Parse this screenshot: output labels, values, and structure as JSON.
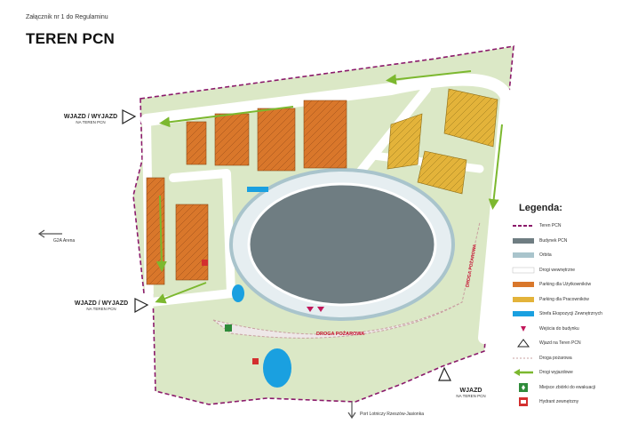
{
  "header": {
    "annex": "Załącznik nr 1 do Regulaminu",
    "title": "TEREN PCN"
  },
  "entrances": [
    {
      "main": "WJAZD / WYJAZD",
      "sub": "NA TEREN PCN"
    },
    {
      "main": "WJAZD / WYJAZD",
      "sub": "NA TEREN PCN"
    },
    {
      "main": "WJAZD",
      "sub": "NA TEREN PCN"
    }
  ],
  "labels": {
    "g2a_arena": "G2A Arena",
    "airport": "Port Lotniczy Rzeszów-Jasionka",
    "fire_road_h": "DROGA POŻAROWA",
    "fire_road_v": "DROGA POŻAROWA"
  },
  "legend": {
    "title": "Legenda:",
    "items": [
      {
        "label": "Teren PCN",
        "icon": "dashed-boundary-icon",
        "color": "#8b1a6b"
      },
      {
        "label": "Budynek PCN",
        "icon": "building-swatch-icon",
        "color": "#6f7d82"
      },
      {
        "label": "Orbita",
        "icon": "orbit-swatch-icon",
        "color": "#a9c4cc"
      },
      {
        "label": "Drogi wewnętrzne",
        "icon": "internal-road-swatch-icon",
        "color": "#ffffff"
      },
      {
        "label": "Parking dla Użytkowników",
        "icon": "user-parking-swatch-icon",
        "color": "#d9772b"
      },
      {
        "label": "Parking dla Pracowników",
        "icon": "staff-parking-swatch-icon",
        "color": "#e3b33a"
      },
      {
        "label": "Strefa Ekspozycji Zewnętrznych",
        "icon": "exhibition-zone-swatch-icon",
        "color": "#1aa0e0"
      },
      {
        "label": "Wejścia do budynku",
        "icon": "building-entrance-icon",
        "color": "#c2185b"
      },
      {
        "label": "Wjazd na Teren PCN",
        "icon": "entrance-triangle-icon",
        "color": "#222222"
      },
      {
        "label": "Droga pożarowa",
        "icon": "fire-road-line-icon",
        "color": "#c8a0a0"
      },
      {
        "label": "Drogi wyjazdowe",
        "icon": "exit-arrow-icon",
        "color": "#7cb82f"
      },
      {
        "label": "Miejsce zbiórki do ewakuacji",
        "icon": "assembly-point-icon",
        "color": "#2e8b3a"
      },
      {
        "label": "Hydrant zewnętrzny",
        "icon": "hydrant-icon",
        "color": "#d32f2f"
      }
    ]
  },
  "colors": {
    "grass": "#dbe8c6",
    "boundary": "#8b1a6b",
    "building": "#6f7d82",
    "orbit": "#a9c4cc",
    "user_parking": "#d9772b",
    "staff_parking": "#e3b33a",
    "exhibition": "#1aa0e0",
    "arrow": "#7cb82f",
    "fire_road": "#c8102e"
  }
}
